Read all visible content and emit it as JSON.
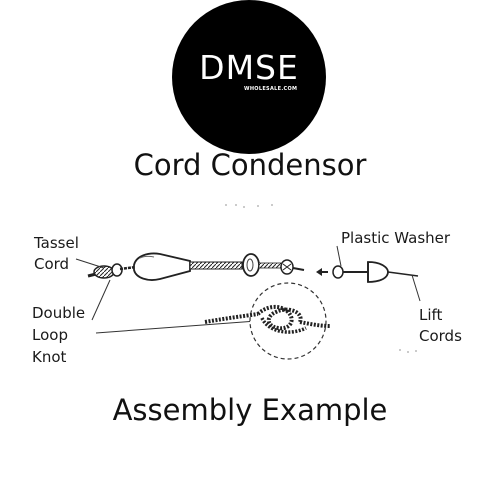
{
  "logo": {
    "main": "DMSE",
    "sub": "WHOLESALE.COM"
  },
  "title": "Cord Condensor",
  "labels": {
    "tassel": "Tassel",
    "cord": "Cord",
    "double": "Double",
    "loop": "Loop",
    "knot": "Knot",
    "plastic_washer": "Plastic Washer",
    "lift": "Lift",
    "cords": "Cords"
  },
  "footer_title": "Assembly Example",
  "colors": {
    "logo_bg": "#000000",
    "ink": "#111111",
    "background": "#ffffff"
  }
}
